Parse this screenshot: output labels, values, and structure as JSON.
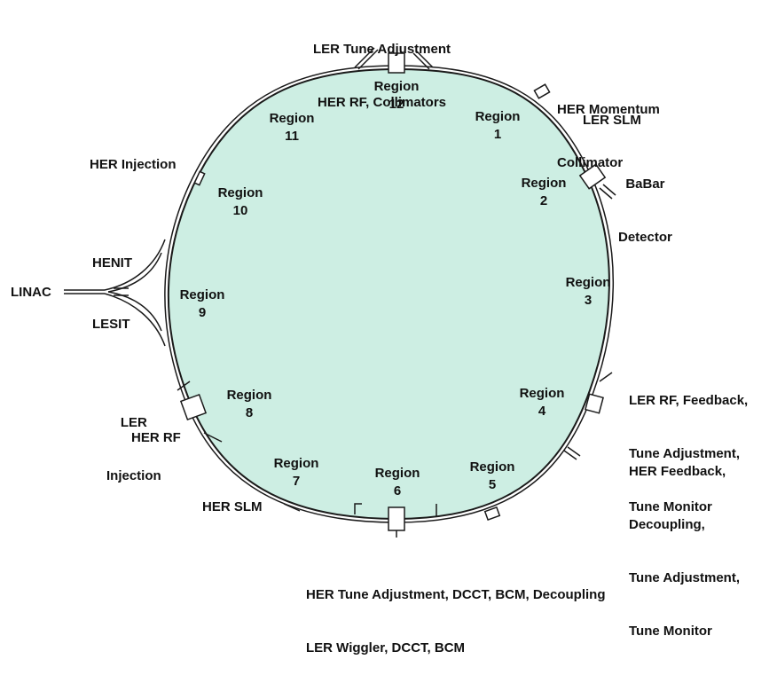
{
  "colors": {
    "ring_fill": "#cdeee3",
    "ring_line": "#1a1a1a",
    "background": "#ffffff"
  },
  "regions": [
    {
      "name": "Region",
      "number": "1"
    },
    {
      "name": "Region",
      "number": "2"
    },
    {
      "name": "Region",
      "number": "3"
    },
    {
      "name": "Region",
      "number": "4"
    },
    {
      "name": "Region",
      "number": "5"
    },
    {
      "name": "Region",
      "number": "6"
    },
    {
      "name": "Region",
      "number": "7"
    },
    {
      "name": "Region",
      "number": "8"
    },
    {
      "name": "Region",
      "number": "9"
    },
    {
      "name": "Region",
      "number": "10"
    },
    {
      "name": "Region",
      "number": "11"
    },
    {
      "name": "Region",
      "number": "12"
    }
  ],
  "labels": {
    "top_line1": "LER Tune Adjustment",
    "top_line2": "HER RF, Collimators",
    "her_momentum_line1": "HER Momentum",
    "her_momentum_line2": "Collimator",
    "ler_slm": "LER SLM",
    "babar_line1": "BaBar",
    "babar_line2": "Detector",
    "her_injection": "HER Injection",
    "henit": "HENIT",
    "linac": "LINAC",
    "lesit": "LESIT",
    "ler_injection_line1": "LER",
    "ler_injection_line2": "Injection",
    "her_rf": "HER RF",
    "her_slm": "HER SLM",
    "right4_line1": "LER RF, Feedback,",
    "right4_line2": "Tune Adjustment,",
    "right4_line3": "Tune Monitor",
    "right5_line1": "HER Feedback,",
    "right5_line2": "Decoupling,",
    "right5_line3": "Tune Adjustment,",
    "right5_line4": "Tune Monitor",
    "bottom_line1": "HER Tune Adjustment, DCCT, BCM, Decoupling",
    "bottom_line2": "LER Wiggler, DCCT, BCM"
  }
}
